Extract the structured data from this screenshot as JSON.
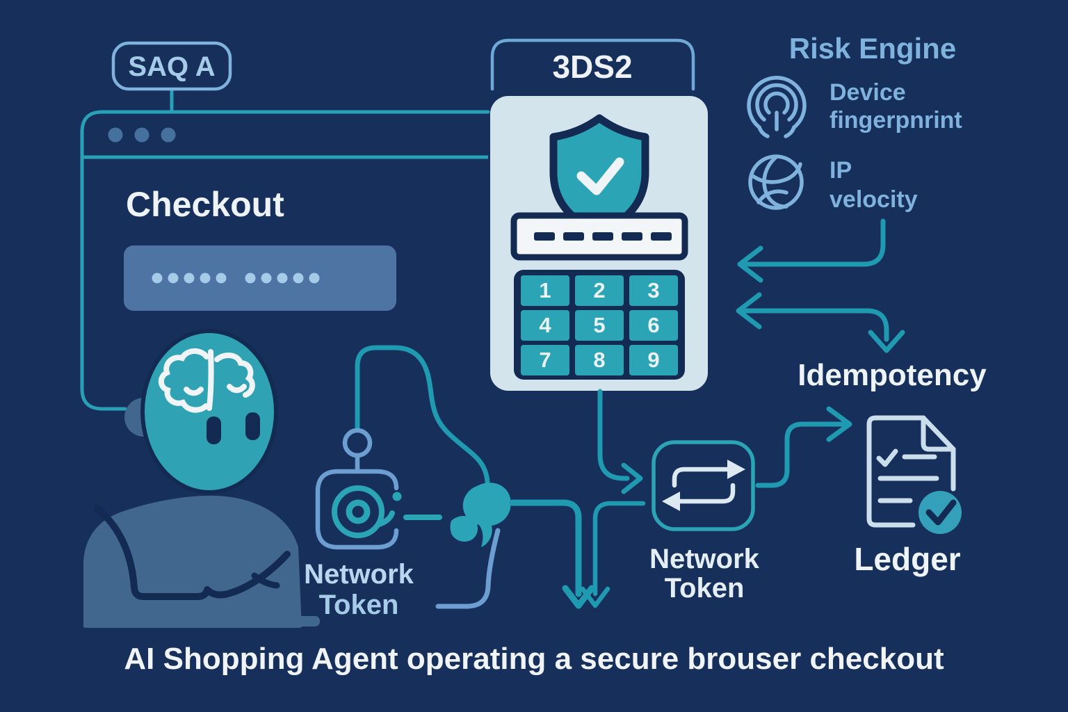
{
  "palette": {
    "background": "#16305b",
    "navy_dark": "#132a52",
    "teal": "#2ba4b6",
    "teal_line": "#1f9ab0",
    "card_bg": "#d3e4ec",
    "white": "#eef3f7",
    "light_blue": "#a6cbe9",
    "medium_blue": "#7fb2dd",
    "keyfob_blue": "#6d9ed2",
    "slate_blue": "#4a72a2",
    "robot_body": "#41678f",
    "doc_outline": "#cadeec"
  },
  "saq_badge": {
    "label": "SAQ A"
  },
  "browser": {
    "title": "Checkout",
    "masked_input_dots": 10
  },
  "auth_card": {
    "tab_label": "3DS2",
    "pin_dashes": 5,
    "keypad_digits": [
      "1",
      "2",
      "3",
      "4",
      "5",
      "6",
      "7",
      "8",
      "9"
    ]
  },
  "risk_engine": {
    "title": "Risk Engine",
    "items": [
      {
        "icon": "fingerprint-icon",
        "line1": "Device",
        "line2": "fingerpnrint"
      },
      {
        "icon": "globe-icon",
        "line1": "IP",
        "line2": "velocity"
      }
    ]
  },
  "idempotency": {
    "label": "Idempotency"
  },
  "ledger": {
    "label": "Ledger"
  },
  "network_token_left": {
    "line1": "Network",
    "line2": "Token"
  },
  "network_token_right": {
    "line1": "Network",
    "line2": "Token"
  },
  "caption": "AI Shopping Agent operating a secure brouser checkout"
}
